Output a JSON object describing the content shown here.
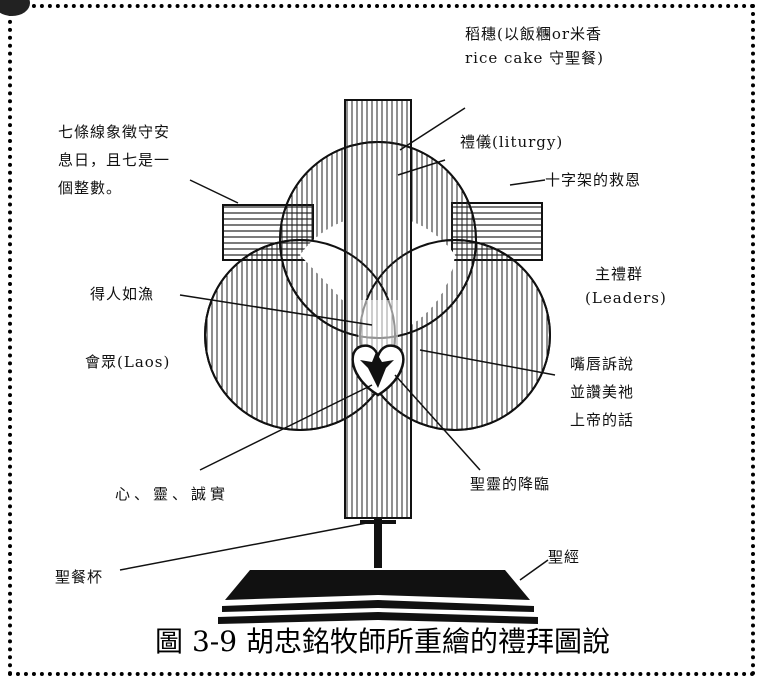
{
  "labels": {
    "rice": [
      "稻穗(以飯糰or米香",
      "rice cake 守聖餐)"
    ],
    "sabbath": [
      "七條線象徵守安",
      "息日，且七是一",
      "個整數。"
    ],
    "liturgy": "禮儀(liturgy)",
    "cross_grace": "十字架的救恩",
    "fishers": "得人如漁",
    "leaders": [
      "主禮群",
      "(Leaders)"
    ],
    "laos": "會眾(Laos)",
    "lips": [
      "嘴唇訴說",
      "並讚美祂",
      "上帝的話"
    ],
    "heart": "心、靈、誠實",
    "spirit": "聖靈的降臨",
    "cup": "聖餐杯",
    "bible": "聖經"
  },
  "caption": "圖 3-9 胡忠銘牧師所重繪的禮拜圖說"
}
